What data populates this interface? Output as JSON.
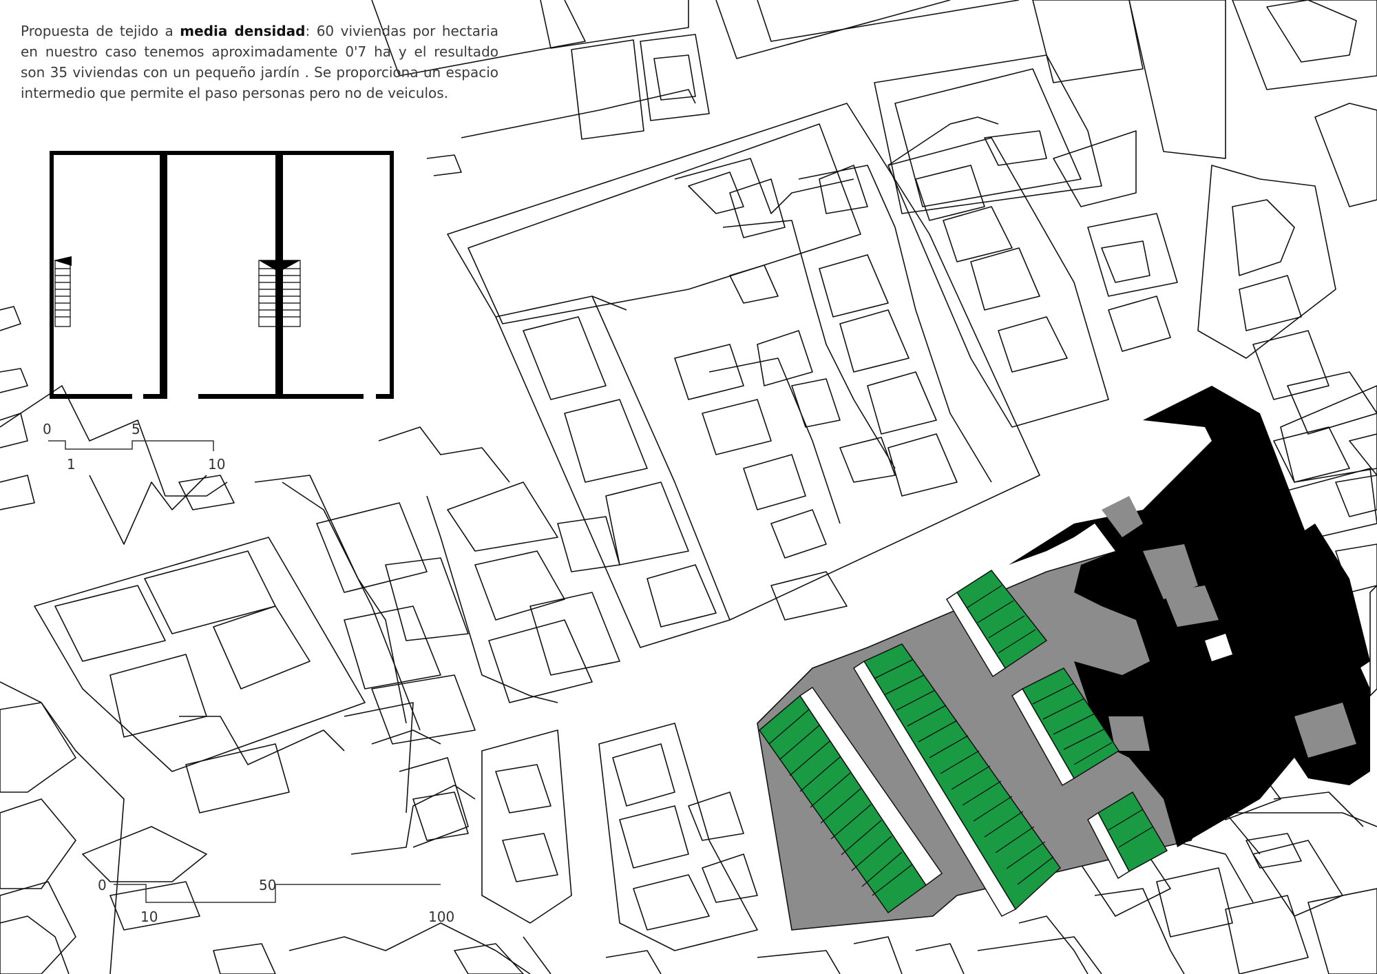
{
  "description": {
    "before": "Propuesta de tejido a ",
    "bold": "media densidad",
    "after": ": 60 viviendas por hectaria  en nuestro caso tenemos aproximadamente 0'7 ha y el resultado son 35 viviendas con un pequeño jardín . Se proporciona un espacio intermedio que permite el paso personas pero no de veiculos."
  },
  "plan_scale": {
    "ticks": [
      "0",
      "5",
      "1",
      "10"
    ]
  },
  "map_scale": {
    "ticks": [
      "0",
      "50",
      "10",
      "100"
    ]
  },
  "colors": {
    "gardens": "#1b9a44",
    "shared_space": "#8c8c8c",
    "existing_buildings": "#000000",
    "outlines": "#111111"
  }
}
